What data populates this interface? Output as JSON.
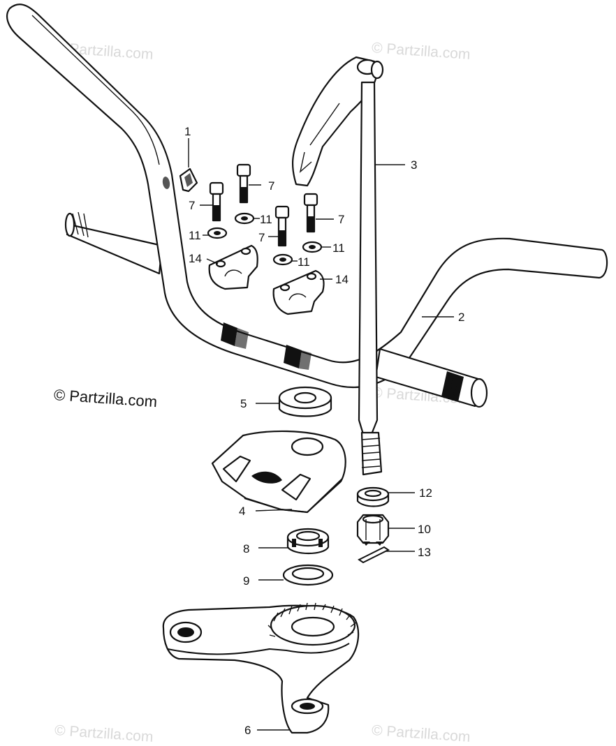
{
  "watermarks": [
    "© Partzilla.com",
    "© Partzilla.com",
    "© Partzilla.com",
    "© Partzilla.com",
    "© Partzilla.com"
  ],
  "copyright": "© Partzilla.com",
  "callouts": {
    "p1": "1",
    "p2": "2",
    "p3": "3",
    "p4": "4",
    "p5": "5",
    "p6": "6",
    "p7a": "7",
    "p7b": "7",
    "p7c": "7",
    "p7d": "7",
    "p8": "8",
    "p9": "9",
    "p10": "10",
    "p11a": "11",
    "p11b": "11",
    "p11c": "11",
    "p11d": "11",
    "p12": "12",
    "p13": "13",
    "p14a": "14",
    "p14b": "14"
  }
}
